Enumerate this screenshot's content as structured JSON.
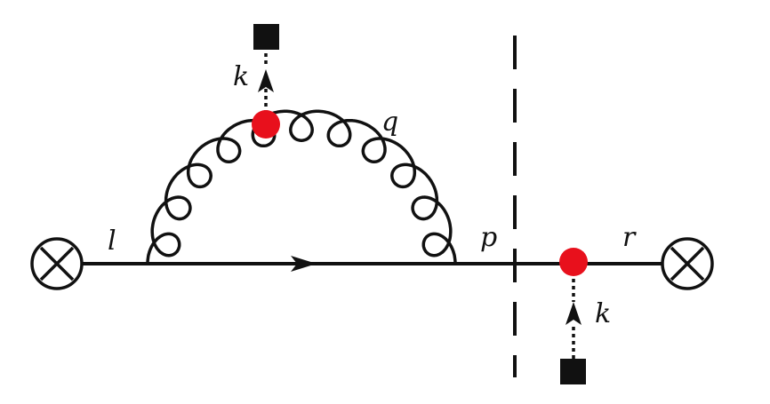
{
  "diagram": {
    "labels": {
      "l": "l",
      "k_top": "k",
      "q": "q",
      "p": "p",
      "r": "r",
      "k_bottom": "k"
    },
    "colors": {
      "line": "#111111",
      "vertex": "#e8101c",
      "source": "#111111",
      "background": "#ffffff"
    },
    "icons": {
      "left_external": "circled-times-icon",
      "right_external": "circled-times-icon",
      "top_source": "filled-square-icon",
      "bottom_source": "filled-square-icon"
    }
  }
}
